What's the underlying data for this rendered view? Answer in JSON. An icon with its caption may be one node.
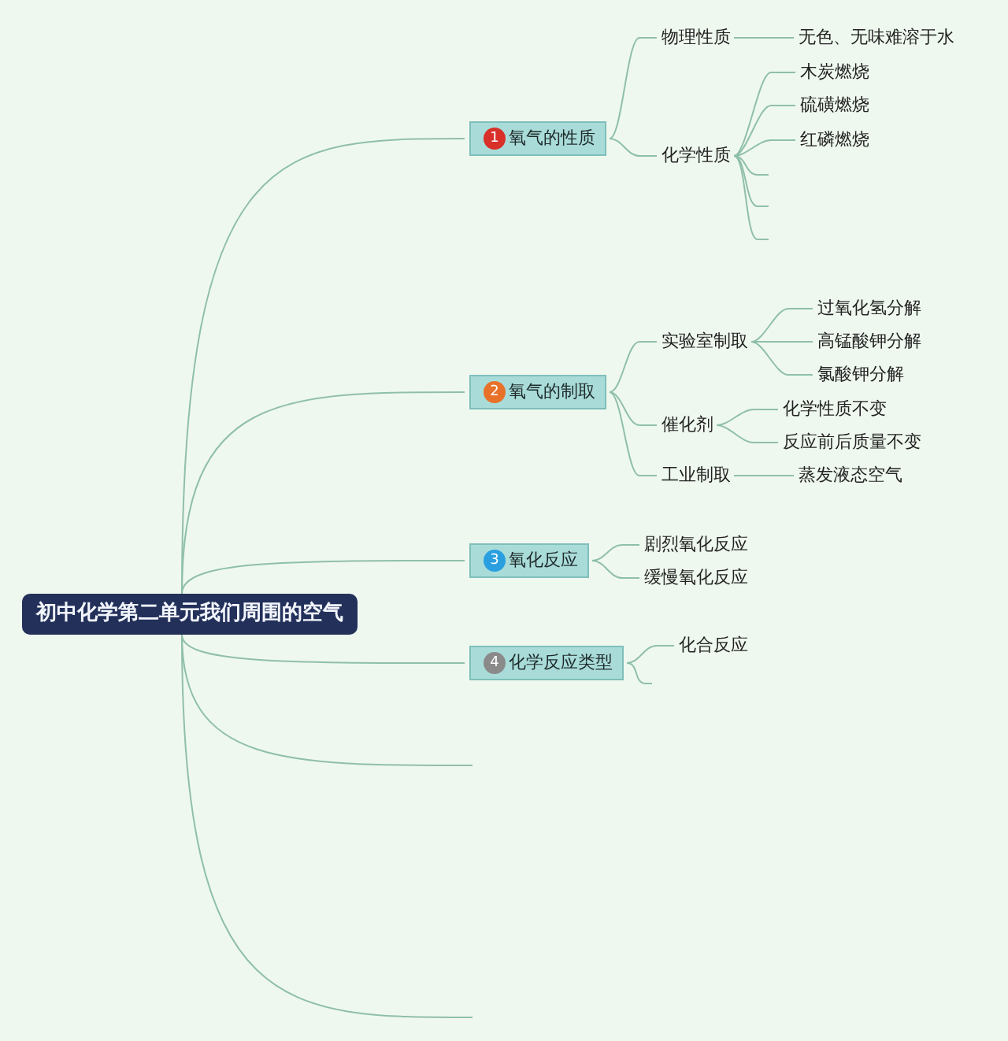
{
  "diagram": {
    "nodes": [
      {
        "text": [
          "初中化学第二单元我们周围的空气"
        ]
      },
      {
        "text": [
          "1",
          "氧气的性质"
        ]
      },
      {
        "text": [
          "物理性质"
        ]
      },
      {
        "text": [
          "无色、无味难溶于水"
        ]
      },
      {
        "text": [
          "化学性质"
        ]
      },
      {
        "text": [
          "木炭燃烧"
        ]
      },
      {
        "text": [
          "硫磺燃烧"
        ]
      },
      {
        "text": [
          "红磷燃烧"
        ]
      },
      {
        "text": [
          "2",
          "氧气的制取"
        ]
      },
      {
        "text": [
          "实验室制取"
        ]
      },
      {
        "text": [
          "过氧化氢分解"
        ]
      },
      {
        "text": [
          "高锰酸钾分解"
        ]
      },
      {
        "text": [
          "氯酸钾分解"
        ]
      },
      {
        "text": [
          "催化剂"
        ]
      },
      {
        "text": [
          "化学性质不变"
        ]
      },
      {
        "text": [
          "反应前后质量不变"
        ]
      },
      {
        "text": [
          "工业制取"
        ]
      },
      {
        "text": [
          "蒸发液态空气"
        ]
      },
      {
        "text": [
          "3",
          "氧化反应"
        ]
      },
      {
        "text": [
          "剧烈氧化反应"
        ]
      },
      {
        "text": [
          "缓慢氧化反应"
        ]
      },
      {
        "text": [
          "4",
          "化学反应类型"
        ]
      },
      {
        "text": [
          "化合反应"
        ]
      }
    ],
    "edges": [
      {
        "from": 0,
        "to": 1,
        "arrow": "none"
      },
      {
        "from": 1,
        "to": 2,
        "arrow": "none"
      },
      {
        "from": 2,
        "to": 3,
        "arrow": "none"
      },
      {
        "from": 1,
        "to": 4,
        "arrow": "none"
      },
      {
        "from": 4,
        "to": 5,
        "arrow": "none"
      },
      {
        "from": 4,
        "to": 6,
        "arrow": "none"
      },
      {
        "from": 4,
        "to": 7,
        "arrow": "none"
      },
      {
        "from": 4,
        "to": null,
        "arrow": "none"
      },
      {
        "from": 4,
        "to": null,
        "arrow": "none"
      },
      {
        "from": 4,
        "to": null,
        "arrow": "none"
      },
      {
        "from": 0,
        "to": 8,
        "arrow": "none"
      },
      {
        "from": 8,
        "to": 9,
        "arrow": "none"
      },
      {
        "from": 9,
        "to": 10,
        "arrow": "none"
      },
      {
        "from": 9,
        "to": 11,
        "arrow": "none"
      },
      {
        "from": 9,
        "to": 12,
        "arrow": "none"
      },
      {
        "from": 8,
        "to": 13,
        "arrow": "none"
      },
      {
        "from": 13,
        "to": 14,
        "arrow": "none"
      },
      {
        "from": 13,
        "to": 15,
        "arrow": "none"
      },
      {
        "from": 8,
        "to": 16,
        "arrow": "none"
      },
      {
        "from": 16,
        "to": 17,
        "arrow": "none"
      },
      {
        "from": 0,
        "to": 18,
        "arrow": "none"
      },
      {
        "from": 18,
        "to": 19,
        "arrow": "none"
      },
      {
        "from": 18,
        "to": 20,
        "arrow": "none"
      },
      {
        "from": 0,
        "to": 21,
        "arrow": "none"
      },
      {
        "from": 21,
        "to": 22,
        "arrow": "none"
      },
      {
        "from": 21,
        "to": null,
        "arrow": "none"
      },
      {
        "from": 0,
        "to": null,
        "arrow": "none"
      },
      {
        "from": 0,
        "to": null,
        "arrow": "none"
      }
    ]
  }
}
